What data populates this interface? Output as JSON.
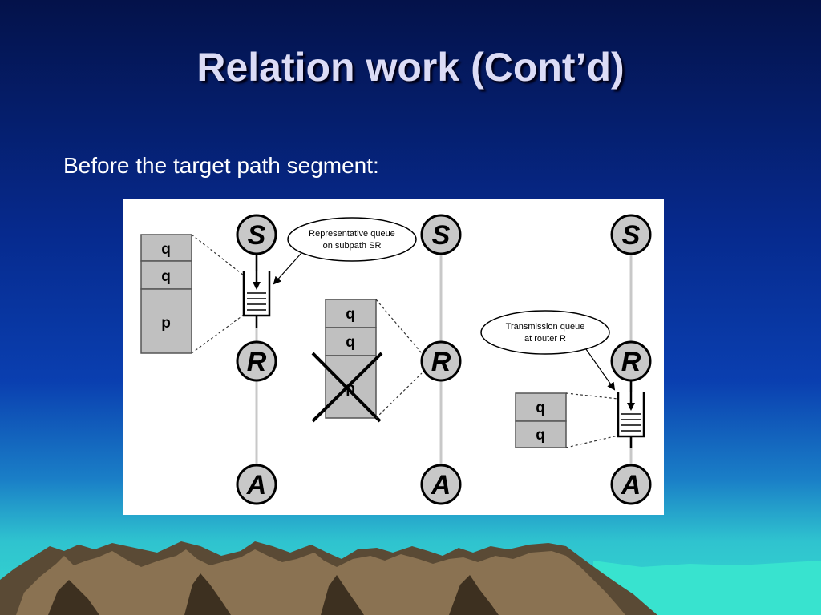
{
  "slide": {
    "title": "Relation work (Cont’d)",
    "subtitle": "Before the target path segment:"
  },
  "diagram": {
    "nodes": {
      "source": "S",
      "router": "R",
      "destination": "A"
    },
    "callouts": {
      "representative_queue_line1": "Representative queue",
      "representative_queue_line2": "on subpath SR",
      "transmission_queue_line1": "Transmission queue",
      "transmission_queue_line2": "at router R"
    },
    "packets": {
      "left_stack": [
        "q",
        "q",
        "p"
      ],
      "middle_stack": [
        "q",
        "q",
        "p"
      ],
      "right_stack": [
        "q",
        "q"
      ]
    },
    "colors": {
      "node_fill": "#c8c8c8",
      "packet_fill": "#c0c0c0",
      "link_line": "#c8c8c8"
    }
  }
}
